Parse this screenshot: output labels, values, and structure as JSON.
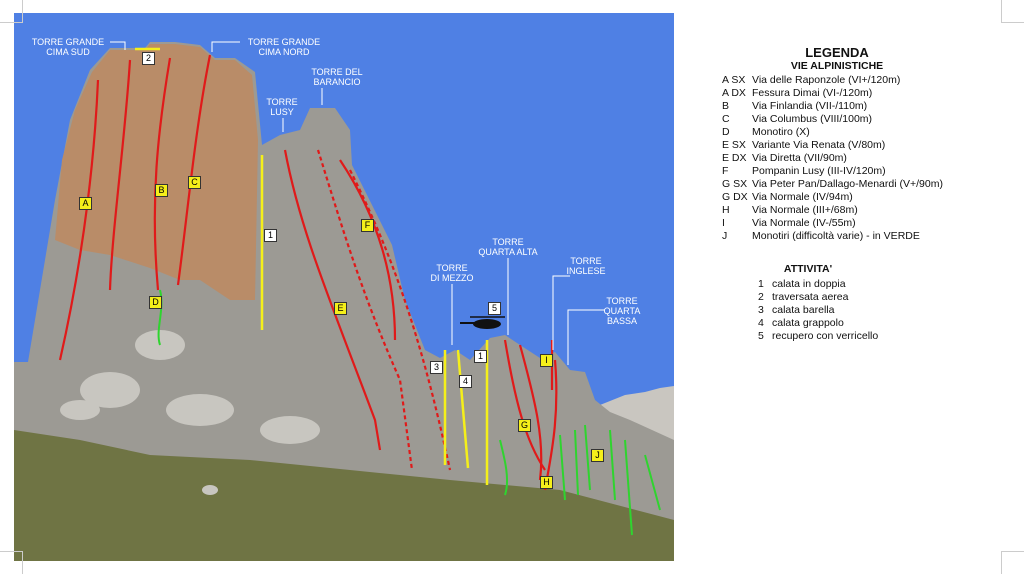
{
  "photo_labels": {
    "cima_sud": [
      "TORRE GRANDE",
      "CIMA SUD"
    ],
    "cima_nord": [
      "TORRE GRANDE",
      "CIMA NORD"
    ],
    "barancio": [
      "TORRE DEL",
      "BARANCIO"
    ],
    "lusy": [
      "TORRE",
      "LUSY"
    ],
    "di_mezzo": [
      "TORRE",
      "DI MEZZO"
    ],
    "quarta_alta": [
      "TORRE",
      "QUARTA ALTA"
    ],
    "inglese": [
      "TORRE",
      "INGLESE"
    ],
    "quarta_bassa": [
      "TORRE",
      "QUARTA",
      "BASSA"
    ]
  },
  "route_tags": {
    "A": "A",
    "B": "B",
    "C": "C",
    "D": "D",
    "E": "E",
    "F": "F",
    "G": "G",
    "H": "H",
    "I": "I",
    "J": "J"
  },
  "activity_tags": {
    "n1a": "1",
    "n1b": "1",
    "n2": "2",
    "n3": "3",
    "n4": "4",
    "n5": "5"
  },
  "legend": {
    "title": "LEGENDA",
    "routes_title": "VIE ALPINISTICHE",
    "routes": [
      {
        "code": "A SX",
        "desc": "Via delle Raponzole (VI+/120m)"
      },
      {
        "code": "A DX",
        "desc": "Fessura Dimai (VI-/120m)"
      },
      {
        "code": "B",
        "desc": "Via Finlandia (VII-/110m)"
      },
      {
        "code": "C",
        "desc": "Via Columbus (VIII/100m)"
      },
      {
        "code": "D",
        "desc": "Monotiro (X)"
      },
      {
        "code": "E SX",
        "desc": "Variante Via Renata (V/80m)"
      },
      {
        "code": "E DX",
        "desc": "Via Diretta (VII/90m)"
      },
      {
        "code": "F",
        "desc": "Pompanin Lusy (III-IV/120m)"
      },
      {
        "code": "G SX",
        "desc": "Via Peter Pan/Dallago-Menardi (V+/90m)"
      },
      {
        "code": "G DX",
        "desc": "Via Normale (IV/94m)"
      },
      {
        "code": "H",
        "desc": "Via Normale (III+/68m)"
      },
      {
        "code": "I",
        "desc": "Via Normale (IV-/55m)"
      },
      {
        "code": "J",
        "desc": "Monotiri (difficoltà varie) - in VERDE"
      }
    ],
    "activities_title": "ATTIVITA'",
    "activities": [
      {
        "code": "1",
        "desc": "calata in doppia"
      },
      {
        "code": "2",
        "desc": "traversata aerea"
      },
      {
        "code": "3",
        "desc": "calata barella"
      },
      {
        "code": "4",
        "desc": "calata grappolo"
      },
      {
        "code": "5",
        "desc": "recupero con verricello"
      }
    ]
  },
  "colors": {
    "sky": "#4f80e4",
    "route": "#e01a1a",
    "monotiri": "#2fd42f",
    "rappel": "#f5ef1a"
  }
}
